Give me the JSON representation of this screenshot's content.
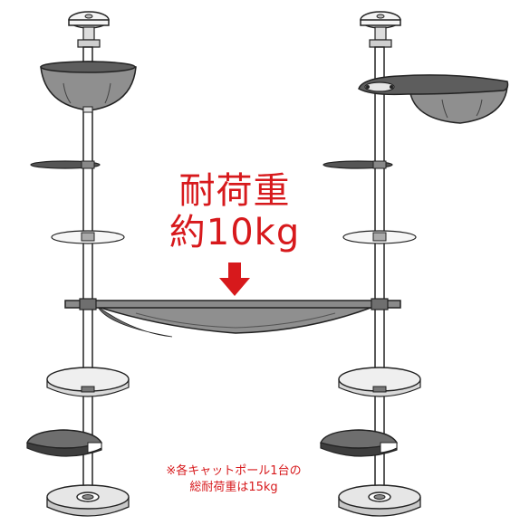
{
  "load_label": {
    "line1": "耐荷重",
    "line2": "約10kg"
  },
  "note": {
    "line1": "※各キャットポール1台の",
    "line2": "総耐荷重は15kg"
  },
  "colors": {
    "accent": "#d7191c",
    "fabric": "#8f8f8f",
    "dark_shelf": "#555555",
    "light_shelf": "#eeeeee",
    "pole": "#ffffff",
    "outline": "#222222"
  }
}
